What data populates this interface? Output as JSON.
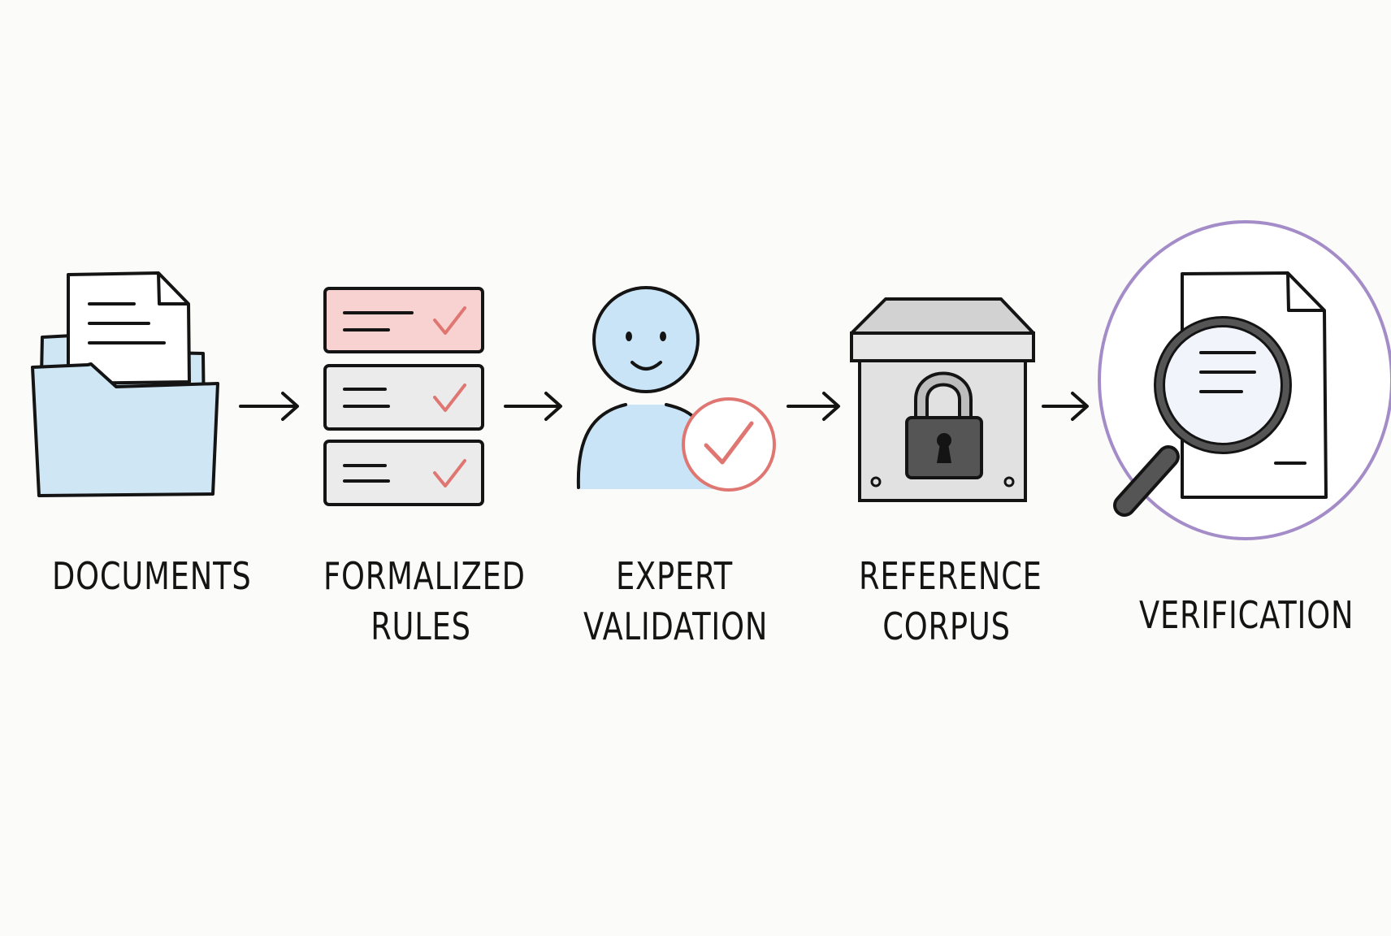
{
  "steps": [
    {
      "id": "documents",
      "label_lines": [
        "DOCUMENTS"
      ],
      "icon": "folder-with-document-icon"
    },
    {
      "id": "formalized-rules",
      "label_lines": [
        "FORMALIZED",
        "RULES"
      ],
      "icon": "checklist-icon"
    },
    {
      "id": "expert-validation",
      "label_lines": [
        "EXPERT",
        "VALIDATION"
      ],
      "icon": "person-with-checkmark-icon"
    },
    {
      "id": "reference-corpus",
      "label_lines": [
        "REFERENCE",
        "CORPUS"
      ],
      "icon": "locked-box-icon"
    },
    {
      "id": "verification",
      "label_lines": [
        "VERIFICATION"
      ],
      "icon": "document-magnifier-icon"
    }
  ],
  "connectors": [
    "arrow-right-icon",
    "arrow-right-icon",
    "arrow-right-icon",
    "arrow-right-icon"
  ],
  "colors": {
    "ink": "#141414",
    "folder_blue": "#cfe6f5",
    "person_blue": "#c9e4f6",
    "rule_pink": "#f8d2d0",
    "rule_gray": "#ebebeb",
    "check_red": "#e07672",
    "box_gray": "#d9d9d9",
    "lock_dark": "#555555",
    "highlight_purple": "#a48cc8"
  }
}
